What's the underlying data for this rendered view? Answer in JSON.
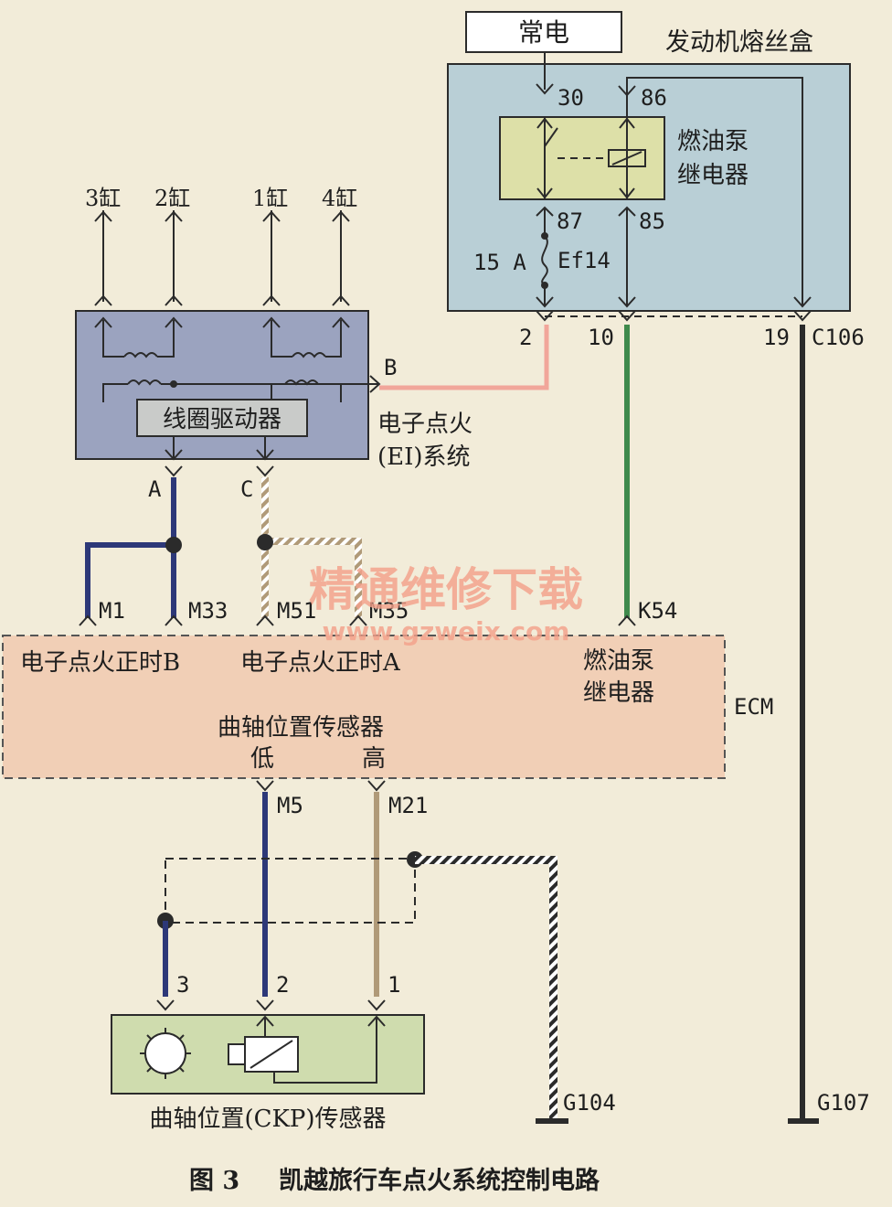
{
  "colors": {
    "background": "#f2ecd9",
    "fuse_box_fill": "#b9cfd6",
    "relay_fill": "#dde0a8",
    "ei_fill": "#9ba3bf",
    "ecm_fill": "#f1cfb6",
    "ckp_fill": "#cfdcae",
    "wire_black": "#2b2b2b",
    "wire_pink": "#f1a69a",
    "wire_green": "#3f8a4c",
    "wire_navy": "#2d3878",
    "wire_tan": "#b09a78",
    "watermark": "#f3a08a"
  },
  "labels": {
    "constant_power": "常电",
    "fuse_box": "发动机熔丝盒",
    "pin_30": "30",
    "pin_86": "86",
    "pin_87": "87",
    "pin_85": "85",
    "relay_line1": "燃油泵",
    "relay_line2": "继电器",
    "fuse": "15 A",
    "fuse_id": "Ef14",
    "conn_2": "2",
    "conn_10": "10",
    "conn_19": "19",
    "conn_c106": "C106",
    "cyl_3": "3缸",
    "cyl_2": "2缸",
    "cyl_1": "1缸",
    "cyl_4": "4缸",
    "coil_driver": "线圈驱动器",
    "ei_b": "B",
    "ei_line1": "电子点火",
    "ei_line2": "(EI)系统",
    "ei_a": "A",
    "ei_c": "C",
    "m1": "M1",
    "m33": "M33",
    "m51": "M51",
    "m35": "M35",
    "k54": "K54",
    "ecm_timing_b": "电子点火正时B",
    "ecm_timing_a": "电子点火正时A",
    "ecm_relay_line1": "燃油泵",
    "ecm_relay_line2": "继电器",
    "ecm": "ECM",
    "ecm_ckp": "曲轴位置传感器",
    "ecm_low": "低",
    "ecm_high": "高",
    "m5": "M5",
    "m21": "M21",
    "pin_3": "3",
    "pin_2": "2",
    "pin_1": "1",
    "ckp_sensor": "曲轴位置(CKP)传感器",
    "g104": "G104",
    "g107": "G107",
    "fig_num": "图 3",
    "caption": "凯越旅行车点火系统控制电路"
  },
  "watermark": {
    "title": "精通维修下载",
    "url": "www.gzweix.com"
  }
}
